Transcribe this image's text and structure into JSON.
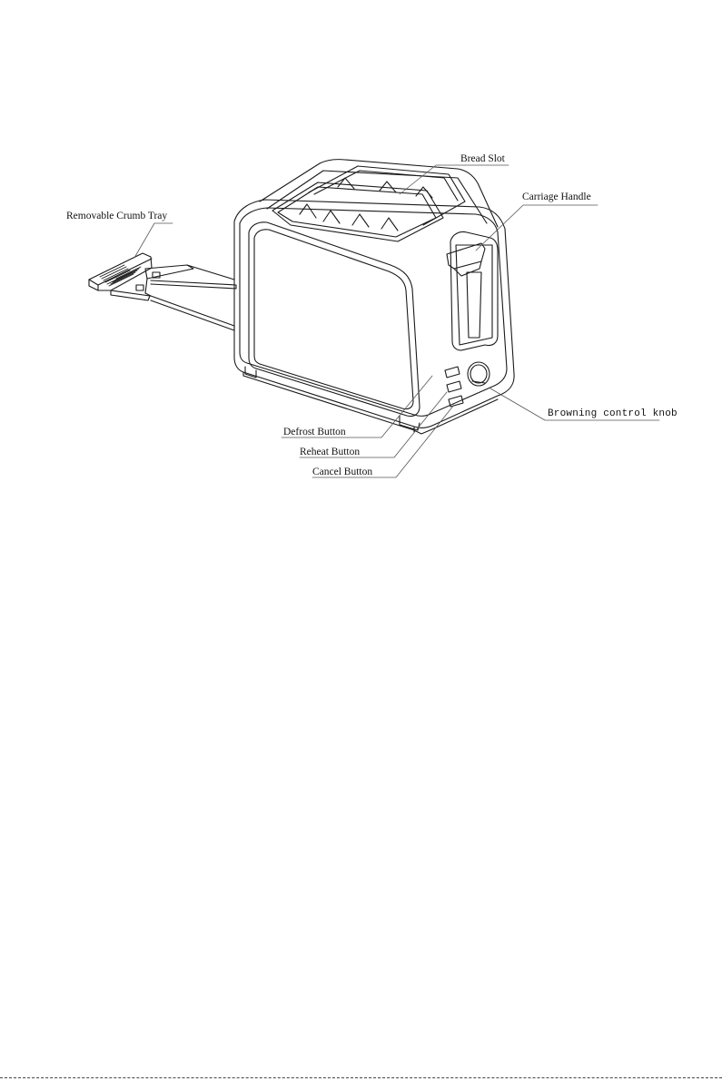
{
  "labels": {
    "bread_slot": "Bread Slot",
    "carriage_handle": "Carriage Handle",
    "removable_crumb_tray": "Removable Crumb Tray",
    "browning_control_knob": "Browning control knob",
    "defrost_button": "Defrost Button",
    "reheat_button": "Reheat Button",
    "cancel_button": "Cancel Button"
  },
  "colors": {
    "line": "#1a1a1a",
    "leader": "#555555",
    "background": "#ffffff"
  }
}
